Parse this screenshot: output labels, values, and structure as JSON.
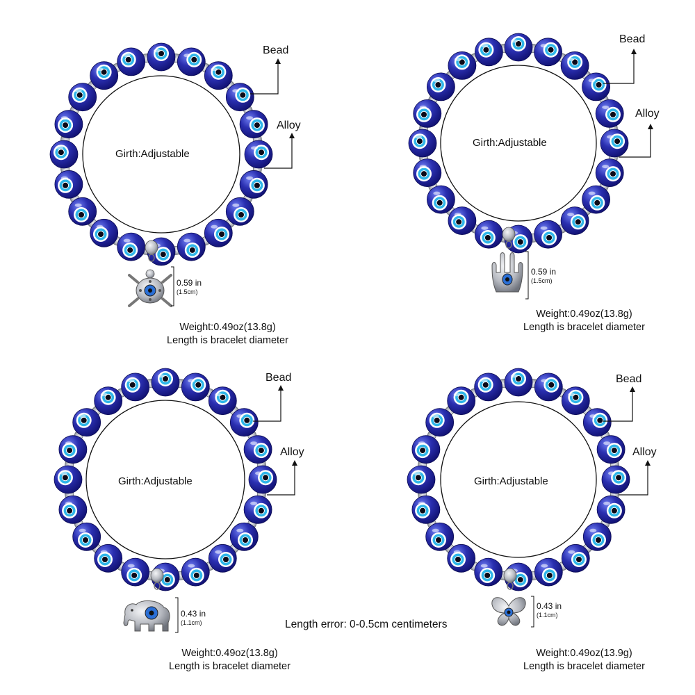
{
  "colors": {
    "bead_dark": "#1a1a8a",
    "bead_light": "#4d5ee0",
    "eye_ring": "#2fb6e8",
    "eye_white": "#ffffff",
    "spacer_silver": "#b9bcc2",
    "charm_blue": "#2a6fd6"
  },
  "panels": [
    {
      "label_bead": "Bead",
      "label_alloy": "Alloy",
      "girth": "Girth:Adjustable",
      "charm_icon": "turtle-charm-icon",
      "charm_size_in": "0.59 in",
      "charm_size_cm": "(1.5cm)",
      "weight": "Weight:0.49oz(13.8g)",
      "length_note": "Length is bracelet diameter"
    },
    {
      "label_bead": "Bead",
      "label_alloy": "Alloy",
      "girth": "Girth:Adjustable",
      "charm_icon": "hamsa-hand-charm-icon",
      "charm_size_in": "0.59 in",
      "charm_size_cm": "(1.5cm)",
      "weight": "Weight:0.49oz(13.8g)",
      "length_note": "Length is bracelet diameter"
    },
    {
      "label_bead": "Bead",
      "label_alloy": "Alloy",
      "girth": "Girth:Adjustable",
      "charm_icon": "elephant-charm-icon",
      "charm_size_in": "0.43 in",
      "charm_size_cm": "(1.1cm)",
      "weight": "Weight:0.49oz(13.8g)",
      "length_note": "Length is bracelet diameter"
    },
    {
      "label_bead": "Bead",
      "label_alloy": "Alloy",
      "girth": "Girth:Adjustable",
      "charm_icon": "butterfly-charm-icon",
      "charm_size_in": "0.43 in",
      "charm_size_cm": "(1.1cm)",
      "weight": "Weight:0.49oz(13.9g)",
      "length_note": "Length is bracelet diameter"
    }
  ],
  "footer_note": "Length error: 0-0.5cm centimeters"
}
